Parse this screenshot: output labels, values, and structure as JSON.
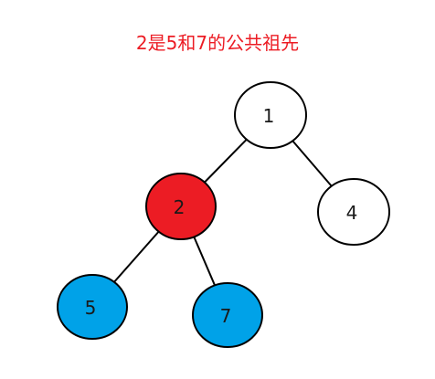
{
  "title": "2是5和7的公共祖先",
  "colors": {
    "title": "#ec1c24",
    "default_fill": "#ffffff",
    "highlight_fill": "#ec1c24",
    "leaf_fill": "#00a2e8",
    "stroke": "#000000"
  },
  "nodes": [
    {
      "id": "n1",
      "label": "1",
      "fill": "#ffffff"
    },
    {
      "id": "n2",
      "label": "2",
      "fill": "#ec1c24"
    },
    {
      "id": "n4",
      "label": "4",
      "fill": "#ffffff"
    },
    {
      "id": "n5",
      "label": "5",
      "fill": "#00a2e8"
    },
    {
      "id": "n7",
      "label": "7",
      "fill": "#00a2e8"
    }
  ],
  "edges": [
    {
      "from": "n1",
      "to": "n2"
    },
    {
      "from": "n1",
      "to": "n4"
    },
    {
      "from": "n2",
      "to": "n5"
    },
    {
      "from": "n2",
      "to": "n7"
    }
  ]
}
